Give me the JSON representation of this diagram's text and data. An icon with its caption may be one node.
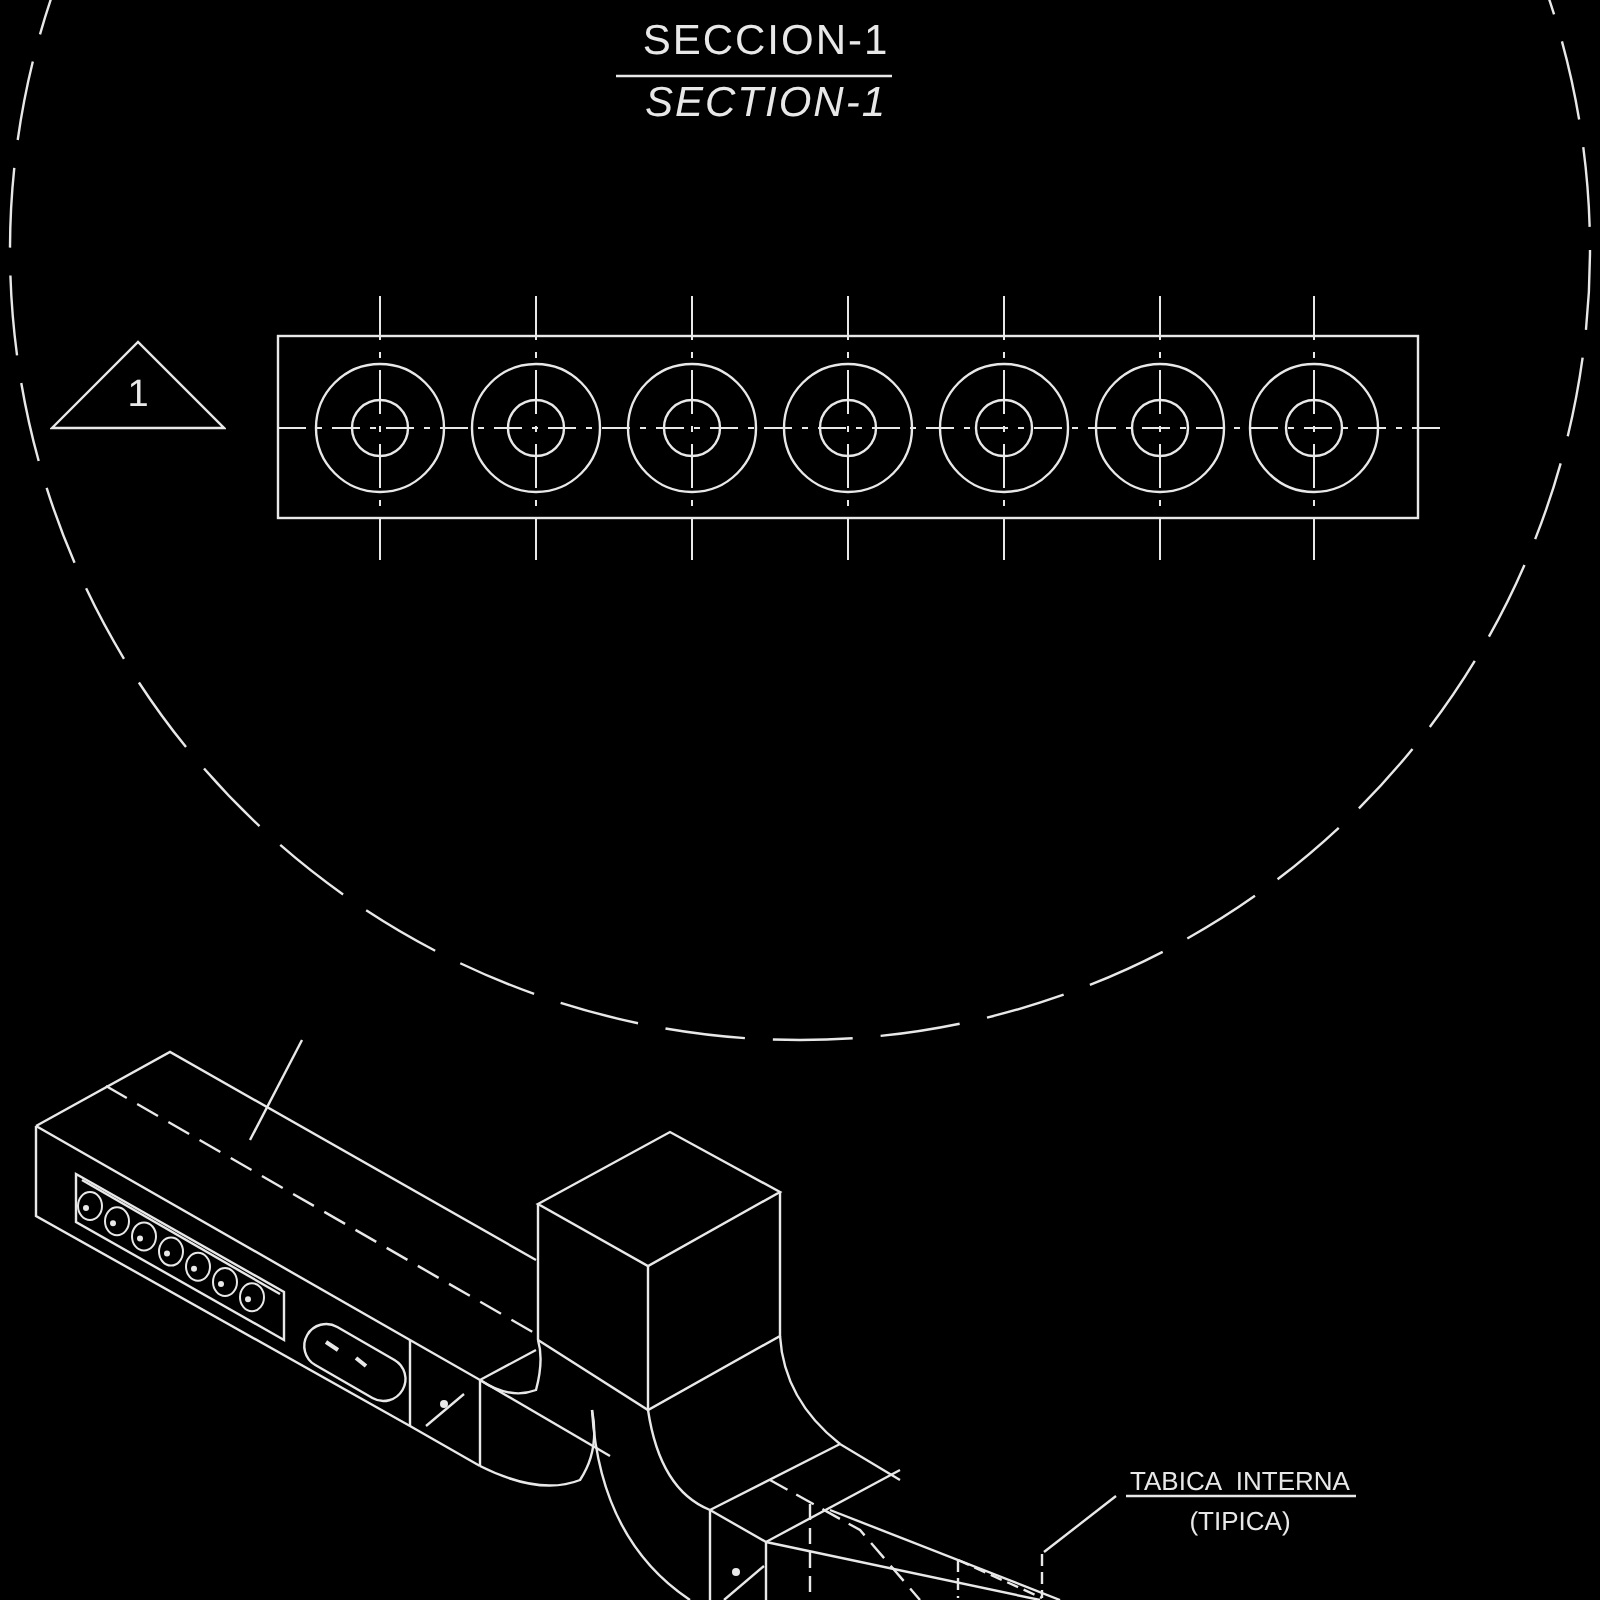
{
  "diagram": {
    "title": "SECCION-1",
    "nodes": [
      {
        "text": [
          "1"
        ]
      },
      {
        "text": [
          "TABICA INTERNA",
          "(TIPICA)"
        ]
      },
      {
        "text": [],
        "shape": "box"
      }
    ],
    "edges": [
      {
        "from": 1,
        "to": 2,
        "arrow": "none"
      }
    ],
    "labels": [
      "SECTION-1"
    ]
  }
}
